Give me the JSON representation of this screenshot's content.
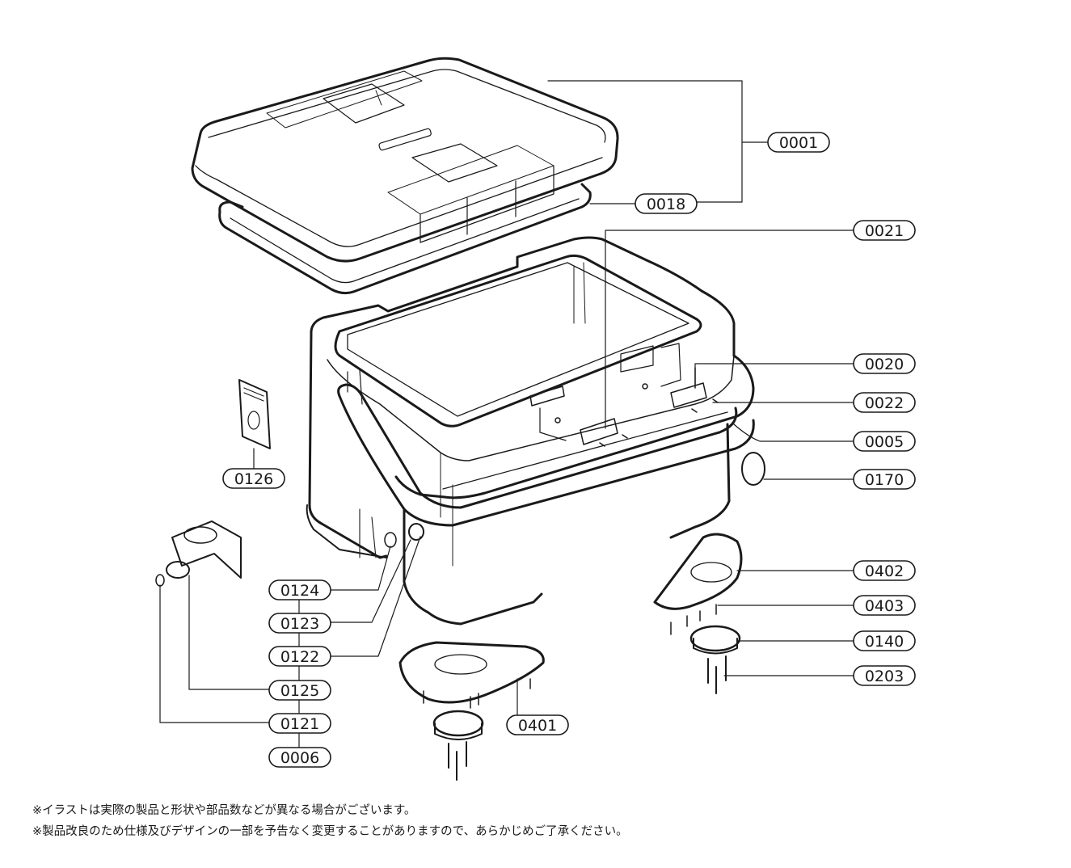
{
  "parts": {
    "p0001": "0001",
    "p0018": "0018",
    "p0021": "0021",
    "p0020": "0020",
    "p0022": "0022",
    "p0005": "0005",
    "p0170": "0170",
    "p0402": "0402",
    "p0403": "0403",
    "p0140": "0140",
    "p0203": "0203",
    "p0126": "0126",
    "p0124": "0124",
    "p0123": "0123",
    "p0122": "0122",
    "p0125": "0125",
    "p0121": "0121",
    "p0006": "0006",
    "p0401": "0401"
  },
  "notes": {
    "line1": "※イラストは実際の製品と形状や部品数などが異なる場合がございます。",
    "line2": "※製品改良のため仕様及びデザインの一部を予告なく変更することがありますので、あらかじめご了承ください。"
  }
}
